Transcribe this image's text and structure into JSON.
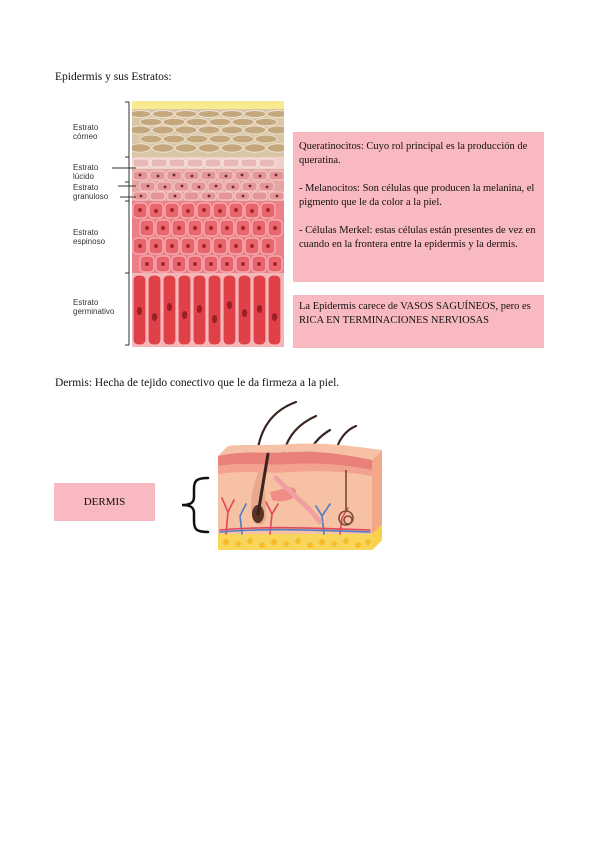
{
  "epidermis": {
    "heading": "Epidermis y sus Estratos:",
    "strata": [
      {
        "line1": "Estrato",
        "line2": "córneo"
      },
      {
        "line1": "Estrato",
        "line2": "lúcido"
      },
      {
        "line1": "Estrato",
        "line2": "granuloso"
      },
      {
        "line1": "Estrato",
        "line2": "espinoso"
      },
      {
        "line1": "Estrato",
        "line2": "germinativo"
      }
    ],
    "info_box": {
      "p1": "Queratinocitos: Cuyo rol principal es la producción de queratina.",
      "p2": "- Melanocitos: Son células que producen la melanina, el pigmento que le da color a la piel.",
      "p3": "- Células Merkel: estas células están presentes de vez en cuando en la frontera entre la epidermis y la dermis."
    },
    "note_box": "La Epidermis carece de VASOS SAGUÍNEOS, pero es RICA EN TERMINACIONES NERVIOSAS"
  },
  "dermis": {
    "heading": "Dermis: Hecha de tejido conectivo que le da firmeza a la piel.",
    "label": "DERMIS"
  },
  "colors": {
    "pink_box": "#f9b9c0",
    "corneo": "#cdb795",
    "granuloso": "#e7a6a6",
    "espinoso": "#e9727a",
    "germinativo": "#e14a4e"
  }
}
